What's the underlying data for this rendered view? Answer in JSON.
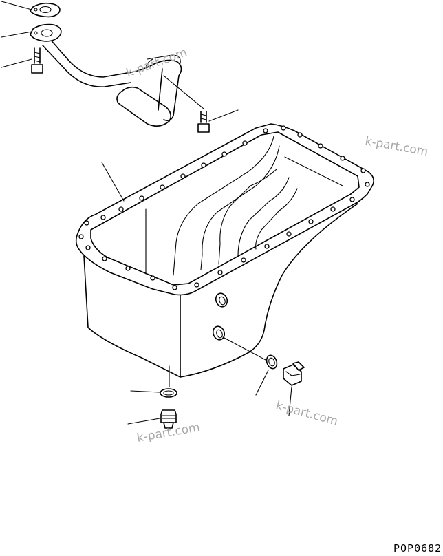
{
  "figure_code": "POP0682",
  "watermark": "k-part.com",
  "callouts": [
    {
      "part": "gasket"
    },
    {
      "part": "suction-tube"
    },
    {
      "part": "bolt-tube-flange"
    },
    {
      "part": "bolt-tube-bracket"
    },
    {
      "part": "oil-pan"
    },
    {
      "part": "o-ring-bottom"
    },
    {
      "part": "drain-plug-bottom"
    },
    {
      "part": "o-ring-side"
    },
    {
      "part": "drain-plug-side"
    }
  ]
}
